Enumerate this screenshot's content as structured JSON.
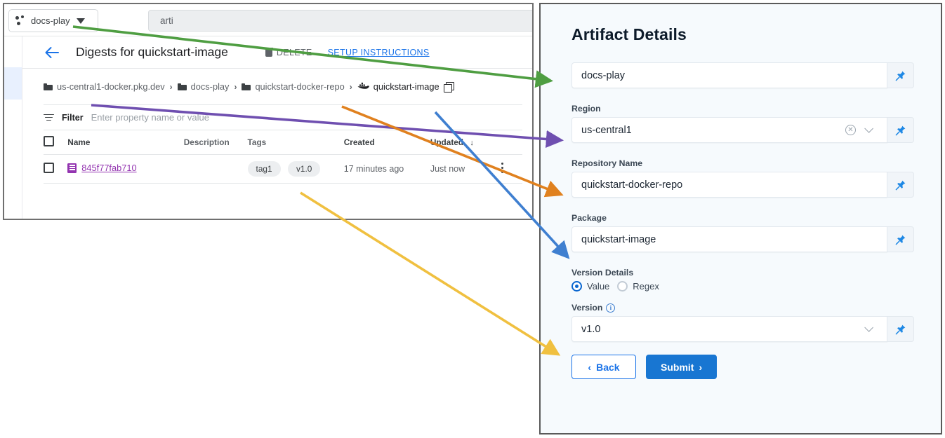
{
  "gcp": {
    "project_selector": {
      "label": "docs-play",
      "icon": "project-dots-icon"
    },
    "search": {
      "value": "arti"
    },
    "page_title": "Digests for quickstart-image",
    "actions": {
      "delete_label": "DELETE",
      "setup_link": "SETUP INSTRUCTIONS"
    },
    "breadcrumb": [
      "us-central1-docker.pkg.dev",
      "docs-play",
      "quickstart-docker-repo",
      "quickstart-image"
    ],
    "breadcrumb_separator": "›",
    "filter": {
      "label": "Filter",
      "placeholder": "Enter property name or value"
    },
    "table": {
      "columns": [
        "Name",
        "Description",
        "Tags",
        "Created",
        "Updated"
      ],
      "sort_column": "Updated",
      "sort_arrow": "↓",
      "rows": [
        {
          "name": "845f77fab710",
          "description": "",
          "tags": [
            "tag1",
            "v1.0"
          ],
          "created": "17 minutes ago",
          "updated": "Just now"
        }
      ]
    }
  },
  "form": {
    "title": "Artifact Details",
    "fields": [
      {
        "label": "",
        "value": "docs-play"
      },
      {
        "label": "Region",
        "value": "us-central1"
      },
      {
        "label": "Repository Name",
        "value": "quickstart-docker-repo"
      },
      {
        "label": "Package",
        "value": "quickstart-image"
      },
      {
        "label": "Version",
        "value": "v1.0"
      }
    ],
    "version_details": {
      "label": "Version Details",
      "options": [
        "Value",
        "Regex"
      ],
      "selected": "Value"
    },
    "version_info_icon": "i",
    "buttons": {
      "back": "Back",
      "submit": "Submit",
      "back_chevron": "‹",
      "submit_chevron": "›"
    }
  },
  "colors": {
    "green_arrow": "#4f9e42",
    "purple_arrow": "#6f4fb0",
    "orange_arrow": "#e0811f",
    "blue_arrow": "#3f7fd0",
    "gold_arrow": "#f0c040",
    "link_blue": "#1a73e8",
    "digest_purple": "#9334b0",
    "submit_blue": "#1876d2"
  },
  "annotations": [
    {
      "name": "project-mapping",
      "color_key": "green_arrow",
      "from_field": "docs-play",
      "to_field": "docs-play"
    },
    {
      "name": "region-mapping",
      "color_key": "purple_arrow",
      "from_field": "us-central1-docker.pkg.dev",
      "to_field": "us-central1"
    },
    {
      "name": "repository-mapping",
      "color_key": "orange_arrow",
      "from_field": "quickstart-docker-repo",
      "to_field": "quickstart-docker-repo"
    },
    {
      "name": "package-mapping",
      "color_key": "blue_arrow",
      "from_field": "quickstart-image",
      "to_field": "quickstart-image"
    },
    {
      "name": "version-mapping",
      "color_key": "gold_arrow",
      "from_field": "v1.0",
      "to_field": "v1.0"
    }
  ]
}
